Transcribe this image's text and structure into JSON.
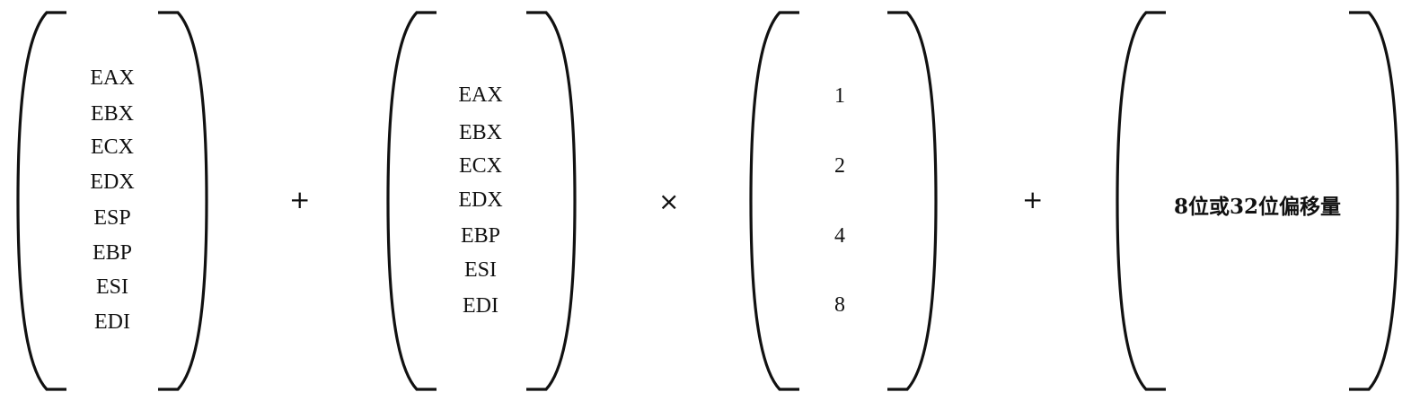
{
  "base_registers": [
    "EAX",
    "EBX",
    "ECX",
    "EDX",
    "ESP",
    "EBP",
    "ESI",
    "EDI"
  ],
  "operator_plus_1": "+",
  "index_registers": [
    "EAX",
    "EBX",
    "ECX",
    "EDX",
    "EBP",
    "ESI",
    "EDI"
  ],
  "operator_times": "×",
  "scale_factors": [
    "1",
    "2",
    "4",
    "8"
  ],
  "operator_plus_2": "+",
  "displacement": "8位或32位偏移量"
}
